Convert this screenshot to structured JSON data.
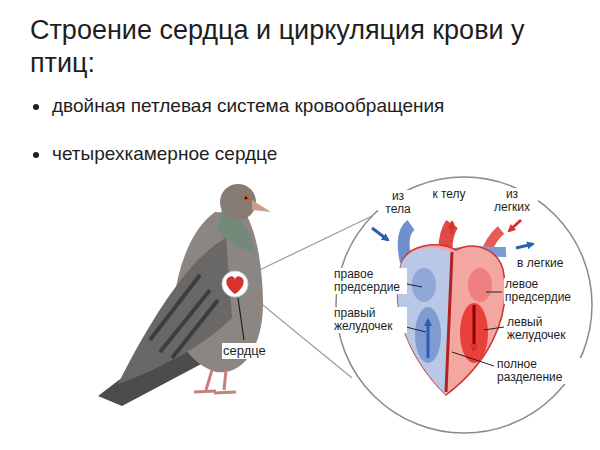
{
  "diagram": {
    "title": "Строение сердца и циркуляция крови у птиц:",
    "labels": [
      "двойная петлевая система кровообращения",
      "четырехкамерное сердце",
      "сердце",
      "из тела",
      "к телу",
      "из легких",
      "в легкие",
      "правое предсердие",
      "правый желудочек",
      "левое предсердие",
      "левый желудочек",
      "полное разделение"
    ]
  }
}
